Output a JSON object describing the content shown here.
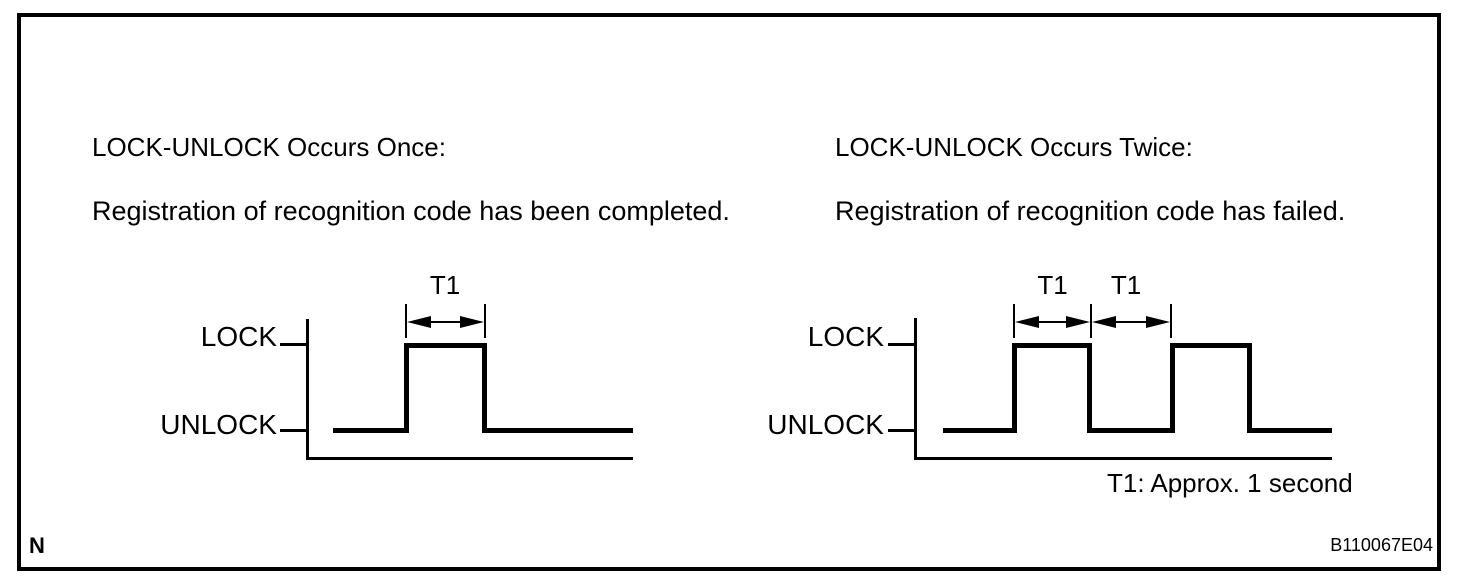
{
  "figure": {
    "panels": [
      {
        "title": "LOCK-UNLOCK Occurs Once:",
        "description": "Registration of recognition code has been completed.",
        "lock_label": "LOCK",
        "unlock_label": "UNLOCK",
        "t1_labels": [
          "T1"
        ],
        "signal_sequence": [
          "UNLOCK",
          "LOCK",
          "UNLOCK"
        ],
        "pulse_count": 1
      },
      {
        "title": "LOCK-UNLOCK Occurs Twice:",
        "description": "Registration of recognition code has failed.",
        "lock_label": "LOCK",
        "unlock_label": "UNLOCK",
        "t1_labels": [
          "T1",
          "T1"
        ],
        "signal_sequence": [
          "UNLOCK",
          "LOCK",
          "UNLOCK",
          "LOCK",
          "UNLOCK"
        ],
        "pulse_count": 2
      }
    ],
    "note": "T1: Approx. 1 second",
    "page_marker": "N",
    "figure_code": "B110067E04",
    "colors": {
      "line": "#000000",
      "background": "#ffffff"
    }
  }
}
